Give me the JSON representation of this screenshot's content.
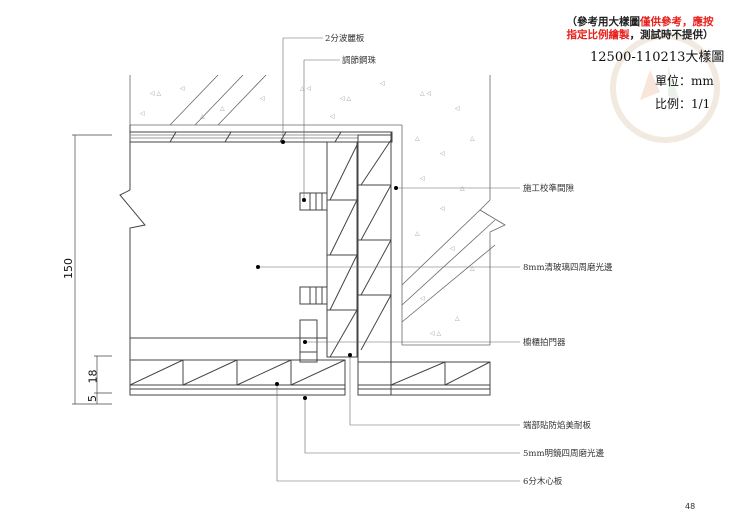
{
  "header": {
    "note_line1_black": "（參考用大樣圖",
    "note_line1_red": "僅供參考，應按",
    "note_line2_red": "指定比例繪製",
    "note_line2_black": "，測試時不提供）",
    "drawing_title": "12500-110213大樣圖",
    "unit": "單位：mm",
    "scale": "比例：1/1"
  },
  "labels": {
    "top": [
      "2分波麗板",
      "調節鋼珠"
    ],
    "right": [
      "施工校準間隙",
      "8mm清玻璃四周磨光邊",
      "櫥櫃拍門器"
    ],
    "bottom": [
      "端部貼防焰美耐板",
      "5mm明鏡四周磨光邊",
      "6分木心板"
    ]
  },
  "dimensions": {
    "overall": "150",
    "segment_a": "18",
    "segment_b": "5"
  },
  "page_number": "48",
  "colors": {
    "accent_red": "#e8201c",
    "line": "#444444",
    "text": "#222222"
  }
}
